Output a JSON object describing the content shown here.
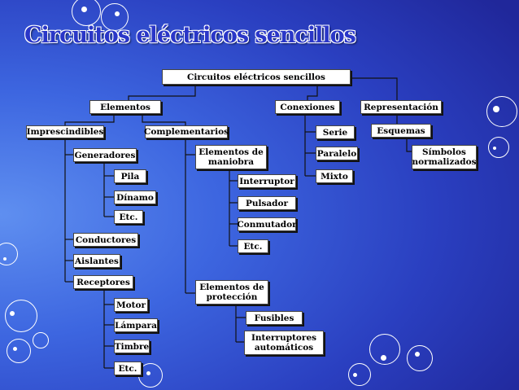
{
  "slide_title": "Circuitos eléctricos sencillos",
  "diagram": {
    "root": "Circuitos eléctricos sencillos",
    "elementos": "Elementos",
    "conexiones": "Conexiones",
    "representacion": "Representación",
    "imprescindibles": "Imprescindibles",
    "complementarios": "Complementarios",
    "generadores": "Generadores",
    "pila": "Pila",
    "dinamo": "Dínamo",
    "etc_generadores": "Etc.",
    "conductores": "Conductores",
    "aislantes": "Aislantes",
    "receptores": "Receptores",
    "motor": "Motor",
    "lampara": "Lámpara",
    "timbre": "Timbre",
    "etc_receptores": "Etc.",
    "maniobra": "Elementos de maniobra",
    "interruptor": "Interruptor",
    "pulsador": "Pulsador",
    "conmutador": "Conmutador",
    "etc_maniobra": "Etc.",
    "proteccion": "Elementos de protección",
    "fusibles": "Fusibles",
    "interruptores_automaticos": "Interruptores automáticos",
    "serie": "Serie",
    "paralelo": "Paralelo",
    "mixto": "Mixto",
    "esquemas": "Esquemas",
    "simbolos": "Símbolos normalizados"
  }
}
